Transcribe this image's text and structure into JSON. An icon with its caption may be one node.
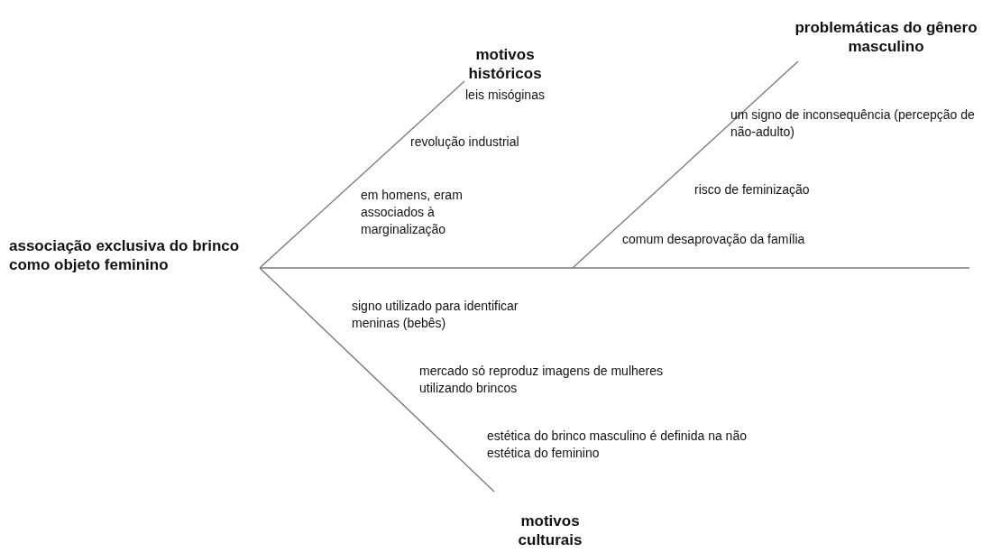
{
  "diagram": {
    "nodes": [
      {
        "text": [
          "associação exclusiva do brinco como objeto feminino"
        ]
      },
      {
        "text": [
          "motivos históricos"
        ]
      },
      {
        "text": [
          "problemáticas do gênero masculino"
        ]
      },
      {
        "text": [
          "motivos culturais"
        ]
      }
    ],
    "edges": [
      {
        "from": 0,
        "to": 1,
        "arrow": "none"
      },
      {
        "from": 0,
        "to": null,
        "arrow": "none"
      },
      {
        "from": null,
        "to": 2,
        "arrow": "none"
      },
      {
        "from": 0,
        "to": 3,
        "arrow": "none"
      }
    ],
    "labels": [
      "leis misóginas",
      "revolução industrial",
      "em homens, eram associados à marginalização",
      "um signo de inconsequência (percepção de não-adulto)",
      "risco de feminização",
      "comum desaprovação da família",
      "signo utilizado para identificar meninas (bebês)",
      "mercado só reproduz imagens de mulheres utilizando brincos",
      "estética do brinco masculino é definida na não estética do feminino"
    ]
  }
}
